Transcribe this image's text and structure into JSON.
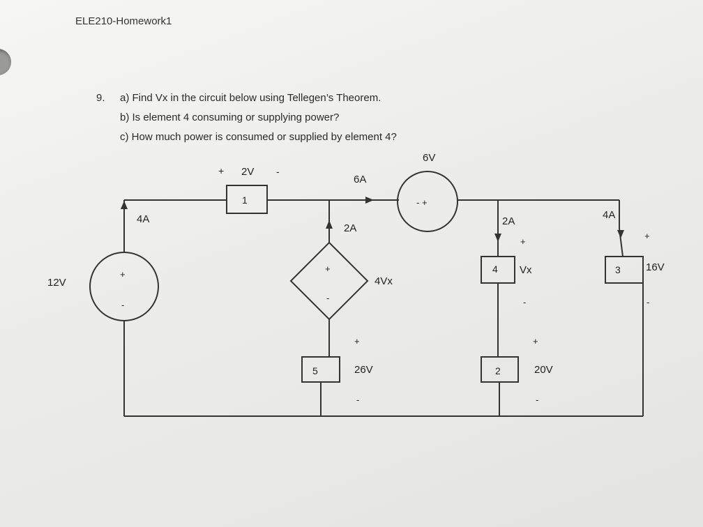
{
  "header": {
    "title": "ELE210-Homework1"
  },
  "question": {
    "number": "9.",
    "parts": [
      "a) Find Vx in the circuit below using Tellegen’s Theorem.",
      "b) Is element 4 consuming or supplying power?",
      "c) How much power is consumed or supplied by element 4?"
    ]
  },
  "circuit": {
    "sources": {
      "v12": {
        "value": "12V",
        "plus": "+",
        "minus": "-",
        "current": "4A"
      },
      "v6": {
        "value": "6V",
        "polarity": "- +",
        "current": "6A"
      },
      "dependent": {
        "value": "4Vx",
        "plus": "+",
        "minus": "-",
        "current": "2A"
      }
    },
    "elements": {
      "e1": {
        "id": "1",
        "plus": "+",
        "voltage": "2V",
        "minus": "-"
      },
      "e2": {
        "id": "2",
        "plus": "+",
        "voltage": "20V",
        "minus": "-"
      },
      "e3": {
        "id": "3",
        "plus": "+",
        "voltage": "16V",
        "minus": "-",
        "current": "4A"
      },
      "e4": {
        "id": "4",
        "plus": "+",
        "voltage": "Vx",
        "minus": "-",
        "current": "2A"
      },
      "e5": {
        "id": "5",
        "plus": "+",
        "voltage": "26V",
        "minus": "-"
      }
    }
  }
}
